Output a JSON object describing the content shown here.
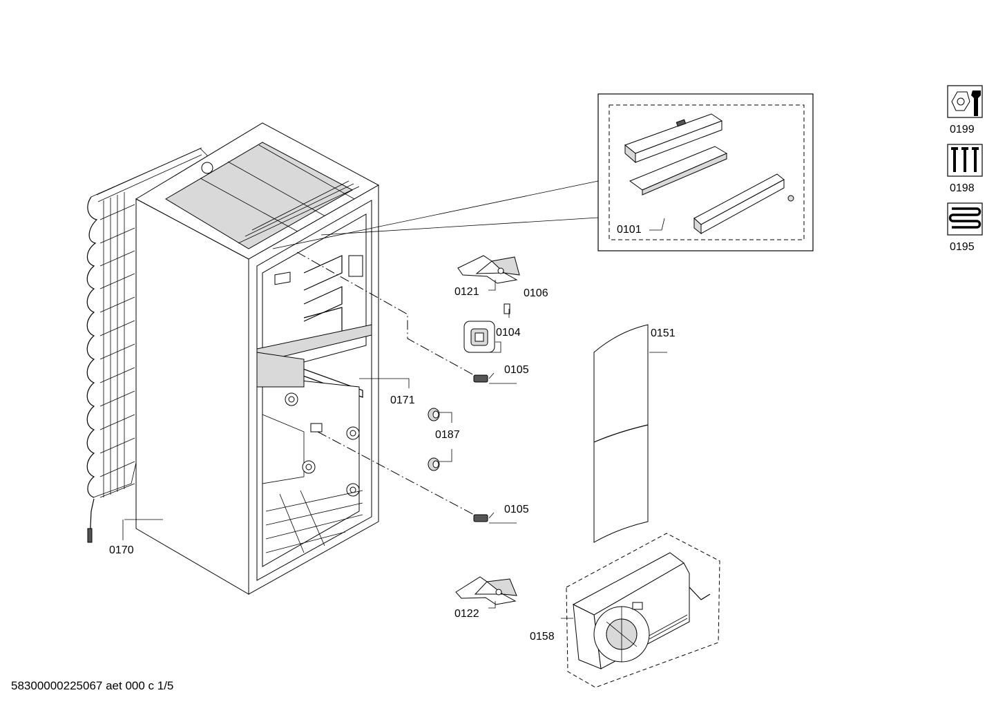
{
  "labels": {
    "p0101": "0101",
    "p0104": "0104",
    "p0105a": "0105",
    "p0105b": "0105",
    "p0106": "0106",
    "p0121": "0121",
    "p0122": "0122",
    "p0151": "0151",
    "p0158": "0158",
    "p0170": "0170",
    "p0171": "0171",
    "p0187": "0187"
  },
  "legend": {
    "l0199": "0199",
    "l0198": "0198",
    "l0195": "0195"
  },
  "icons": {
    "l0199": "nut-and-wrench-icon",
    "l0198": "screws-icon",
    "l0195": "coil-tube-icon"
  },
  "footer": {
    "document_code": "58300000225067 aet 000 c 1/5"
  }
}
